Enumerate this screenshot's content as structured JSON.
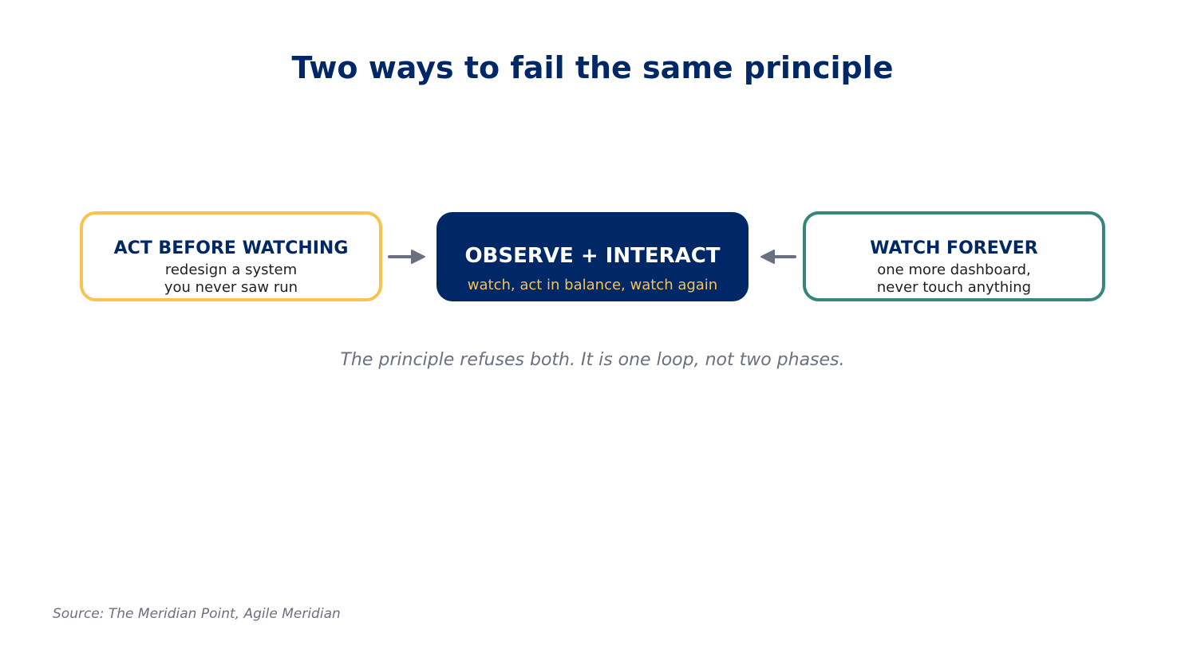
{
  "title": "Two ways to fail the same principle",
  "boxes": {
    "left": {
      "heading": "ACT BEFORE WATCHING",
      "lines": [
        "redesign a system",
        "you never saw run"
      ]
    },
    "center": {
      "heading": "OBSERVE + INTERACT",
      "subtitle": "watch, act in balance, watch again"
    },
    "right": {
      "heading": "WATCH FOREVER",
      "lines": [
        "one more dashboard,",
        "never touch anything"
      ]
    }
  },
  "caption": "The principle refuses both. It is one loop, not two phases.",
  "source": "Source: The Meridian Point, Agile Meridian",
  "colors": {
    "navy": "#002766",
    "gold": "#f9c352",
    "teal": "#36857f",
    "gray": "#6b7080"
  }
}
